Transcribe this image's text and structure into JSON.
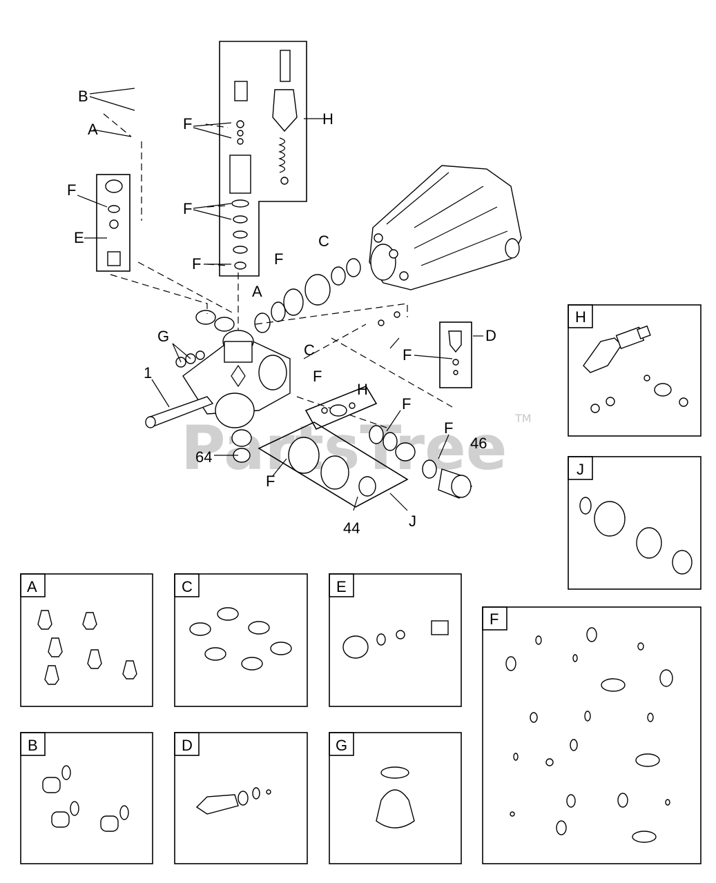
{
  "watermark": {
    "text": "PartsTree",
    "tm": "TM"
  },
  "callouts": {
    "B": "B",
    "A_top": "A",
    "F_e": "F",
    "E": "E",
    "F_h1": "F",
    "F_h2": "F",
    "F_h3": "F",
    "H_top": "H",
    "C_top": "C",
    "F_mid": "F",
    "A_mid": "A",
    "C_mid": "C",
    "G": "G",
    "one": "1",
    "D": "D",
    "F_d": "F",
    "F_hsmall": "F",
    "H_small": "H",
    "F_r1": "F",
    "F_r2": "F",
    "n46": "46",
    "n64": "64",
    "F_j": "F",
    "n44": "44",
    "J": "J"
  },
  "kits": {
    "H": "H",
    "J": "J",
    "A": "A",
    "C": "C",
    "E": "E",
    "F": "F",
    "B": "B",
    "D": "D",
    "G": "G"
  }
}
